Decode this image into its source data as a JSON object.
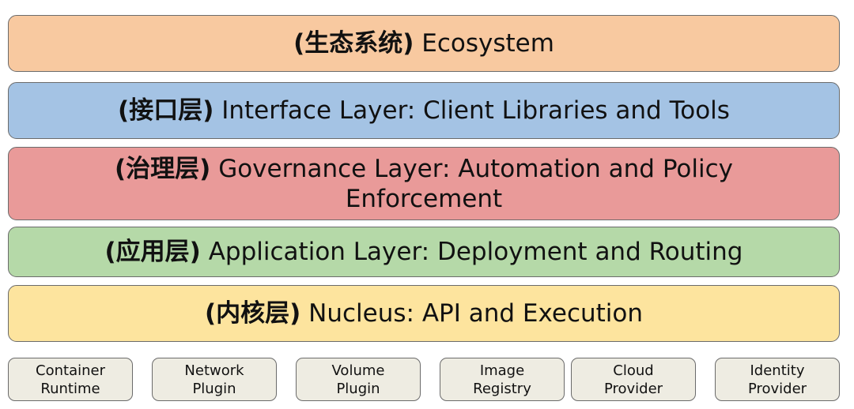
{
  "layers": [
    {
      "cn": "(生态系统)",
      "en": "Ecosystem",
      "color": "#f8c9a0"
    },
    {
      "cn": "(接口层)",
      "en": "Interface Layer: Client Libraries and Tools",
      "color": "#a4c3e4"
    },
    {
      "cn": "(治理层)",
      "en": "Governance Layer: Automation and Policy Enforcement",
      "color": "#e99a99"
    },
    {
      "cn": "(应用层)",
      "en": "Application Layer: Deployment and Routing",
      "color": "#b5d9a8"
    },
    {
      "cn": "(内核层)",
      "en": "Nucleus: API and Execution",
      "color": "#fde49e"
    }
  ],
  "plugins": [
    {
      "label": "Container\nRuntime"
    },
    {
      "label": "Network\nPlugin"
    },
    {
      "label": "Volume\nPlugin"
    },
    {
      "label": "Image\nRegistry"
    },
    {
      "label": "Cloud\nProvider"
    },
    {
      "label": "Identity\nProvider"
    }
  ]
}
